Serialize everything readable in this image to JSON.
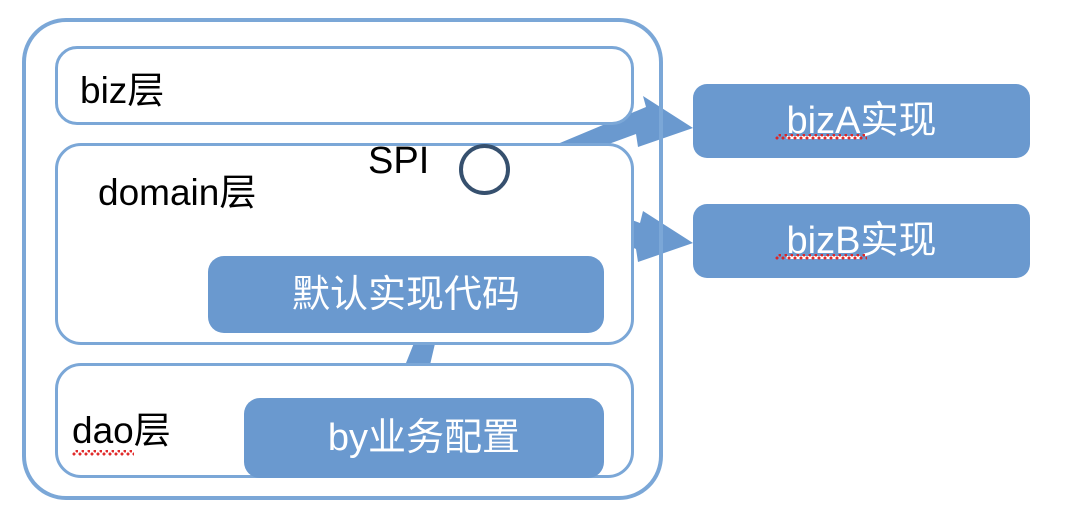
{
  "diagram": {
    "title_text": "",
    "colors": {
      "box_fill": "#6a99cf",
      "container_border": "#7ba7d7",
      "arrow": "#6a99cf",
      "circle_stroke": "#36506e",
      "label_text": "#000000",
      "box_text": "#ffffff",
      "spell_underline": "#e02020",
      "background": "#ffffff"
    },
    "outer_container": {
      "name": "application-layers-container"
    },
    "layers": [
      {
        "id": "biz",
        "label": "biz层",
        "latin": "biz",
        "cjk": "层",
        "misspelled": false
      },
      {
        "id": "domain",
        "label": "domain层",
        "latin": "domain",
        "cjk": "层",
        "misspelled": false
      },
      {
        "id": "dao",
        "label": "dao层",
        "latin": "dao",
        "cjk": "层",
        "misspelled": true
      }
    ],
    "spi": {
      "label": "SPI",
      "shape": "circle-outline"
    },
    "inner_boxes": [
      {
        "id": "default-impl",
        "label": "默认实现代码",
        "latin": "",
        "cjk": "默认实现代码",
        "misspelled": false
      },
      {
        "id": "config",
        "label": "by业务配置",
        "latin": "by",
        "cjk": "业务配置",
        "misspelled": false
      }
    ],
    "impl_boxes": [
      {
        "id": "biza",
        "label": "bizA实现",
        "latin": "bizA",
        "cjk": "实现",
        "misspelled": true
      },
      {
        "id": "bizb",
        "label": "bizB实现",
        "latin": "bizB",
        "cjk": "实现",
        "misspelled": true
      }
    ],
    "arrows": [
      {
        "id": "spi-to-biza",
        "from": "spi",
        "to": "biza",
        "direction": "up-right"
      },
      {
        "id": "spi-to-bizb",
        "from": "spi",
        "to": "bizb",
        "direction": "down-right"
      },
      {
        "id": "spi-to-default-impl",
        "from": "spi",
        "to": "default-impl",
        "direction": "down-left"
      },
      {
        "id": "default-impl-to-config",
        "from": "default-impl",
        "to": "config",
        "direction": "down"
      }
    ]
  }
}
